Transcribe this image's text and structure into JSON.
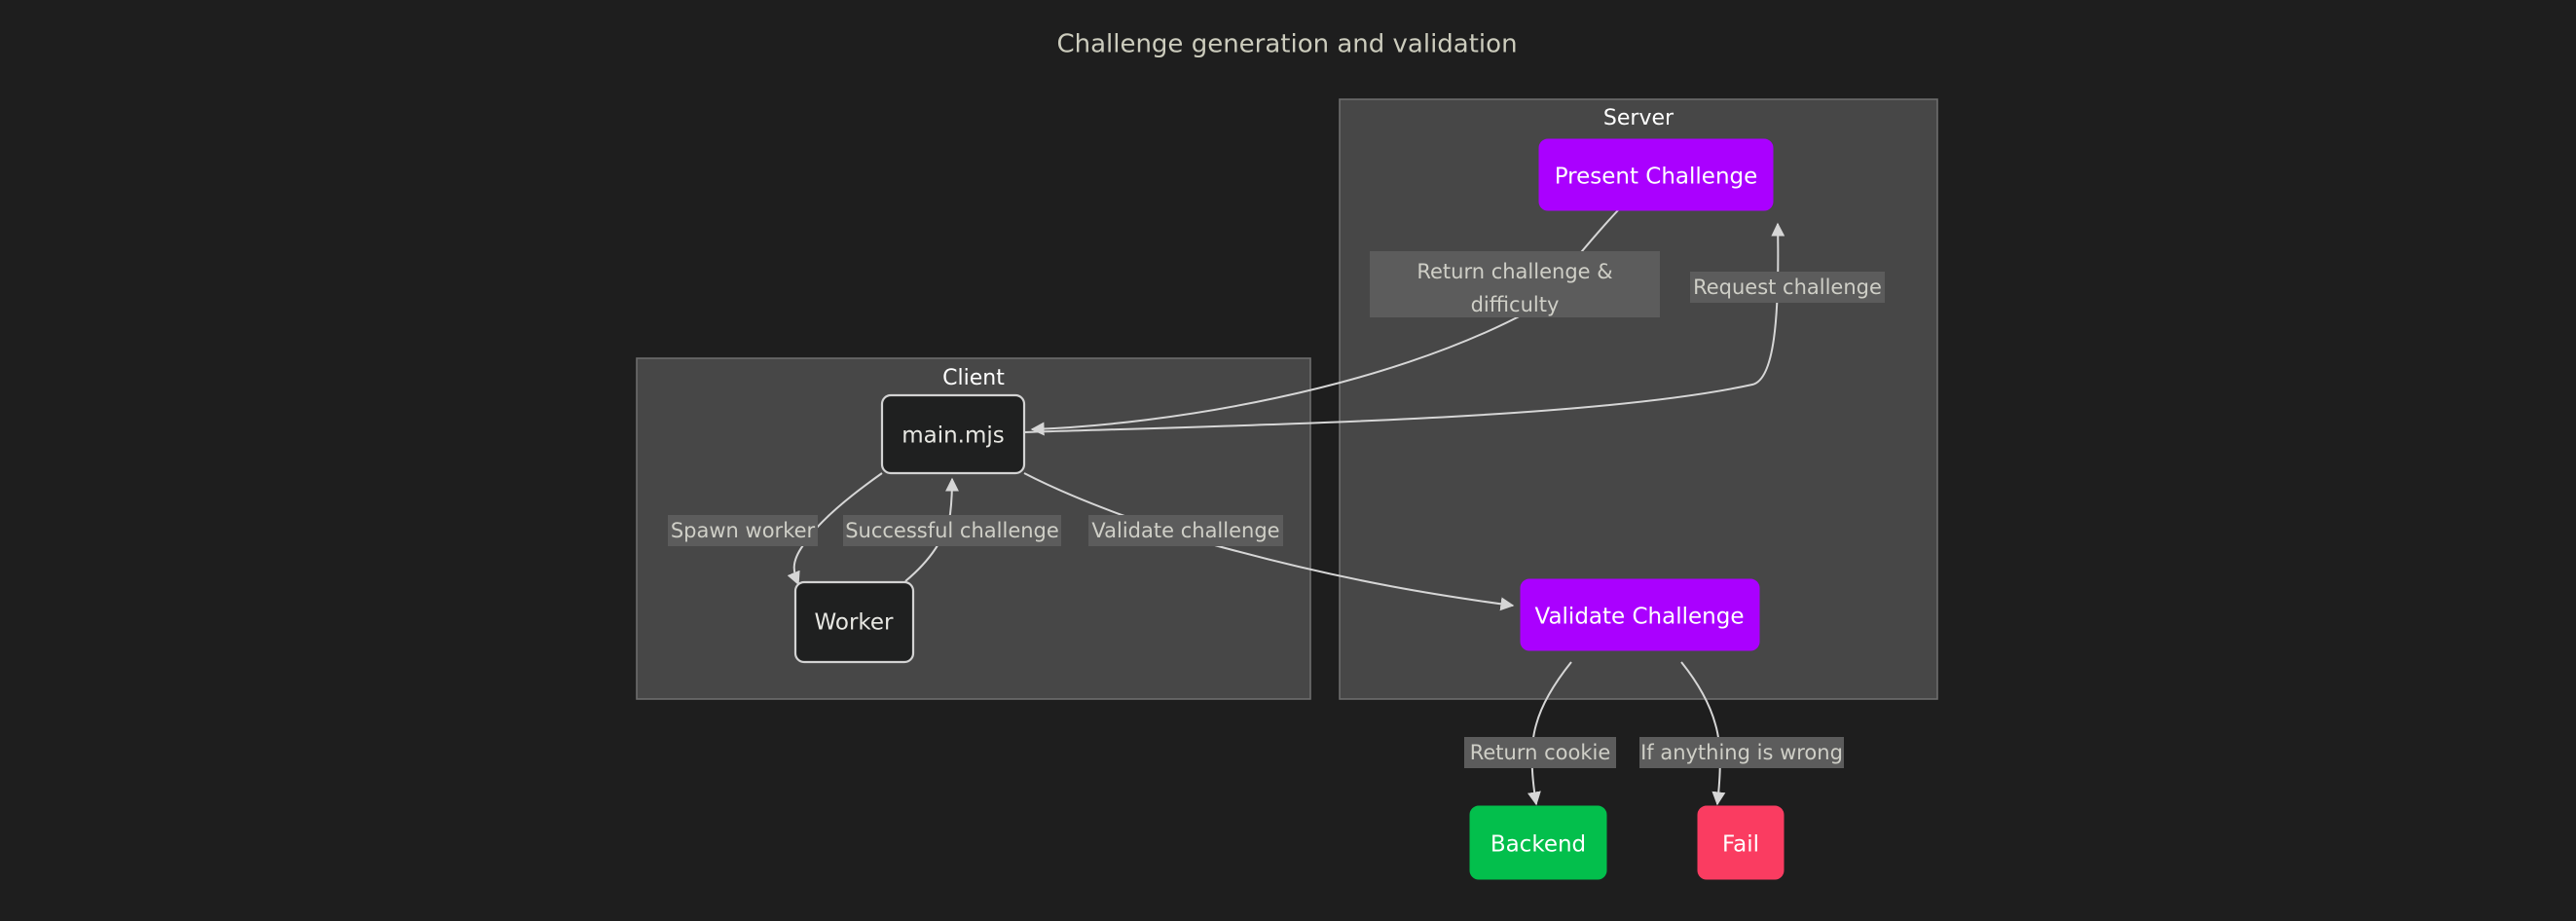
{
  "title": "Challenge generation and validation",
  "theme": {
    "page_background": "#1e1e1e",
    "cluster_background": "#474747",
    "cluster_border": "#6d6d6d",
    "edge_stroke": "#d6d6d6",
    "edge_label_background": "#5c5c5c",
    "node_dark_fill": "#1f2020",
    "node_purple": "#aa00ff",
    "node_green": "#03bf4c",
    "node_red": "#fa3c61",
    "title_color": "#ccccbd"
  },
  "clusters": [
    {
      "id": "client",
      "label": "Client"
    },
    {
      "id": "server",
      "label": "Server"
    }
  ],
  "nodes": [
    {
      "id": "present_challenge",
      "label": "Present Challenge",
      "style": "purple",
      "cluster": "server"
    },
    {
      "id": "main_mjs",
      "label": "main.mjs",
      "style": "dark",
      "cluster": "client"
    },
    {
      "id": "worker",
      "label": "Worker",
      "style": "dark",
      "cluster": "client"
    },
    {
      "id": "validate_challenge",
      "label": "Validate Challenge",
      "style": "purple",
      "cluster": "server"
    },
    {
      "id": "backend",
      "label": "Backend",
      "style": "green",
      "cluster": null
    },
    {
      "id": "fail",
      "label": "Fail",
      "style": "red",
      "cluster": null
    }
  ],
  "edges": [
    {
      "from": "main_mjs",
      "to": "present_challenge",
      "label": "Request challenge"
    },
    {
      "from": "present_challenge",
      "to": "main_mjs",
      "label": "Return challenge & difficulty"
    },
    {
      "from": "main_mjs",
      "to": "worker",
      "label": "Spawn worker"
    },
    {
      "from": "worker",
      "to": "main_mjs",
      "label": "Successful challenge"
    },
    {
      "from": "main_mjs",
      "to": "validate_challenge",
      "label": "Validate challenge"
    },
    {
      "from": "validate_challenge",
      "to": "backend",
      "label": "Return cookie"
    },
    {
      "from": "validate_challenge",
      "to": "fail",
      "label": "If anything is wrong"
    }
  ],
  "edge_labels": {
    "request_challenge": "Request challenge",
    "return_challenge_difficulty_line1": "Return challenge &",
    "return_challenge_difficulty_line2": "difficulty",
    "spawn_worker": "Spawn worker",
    "successful_challenge": "Successful challenge",
    "validate_challenge": "Validate challenge",
    "return_cookie": "Return cookie",
    "if_anything_is_wrong": "If anything is wrong"
  }
}
